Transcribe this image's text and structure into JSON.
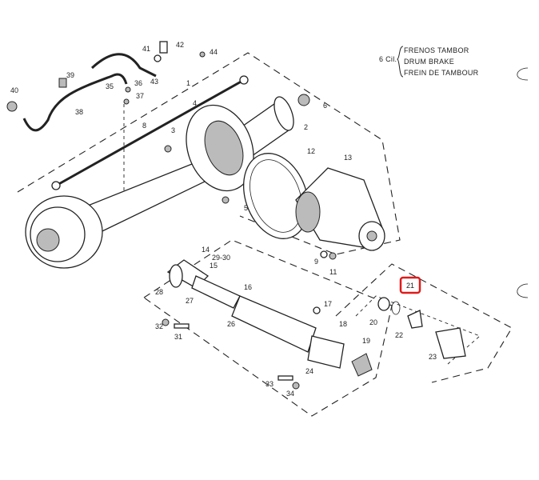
{
  "caption": {
    "engine": "6 Cil.",
    "lines": [
      "FRENOS  TAMBOR",
      "DRUM  BRAKE",
      "FREIN  DE  TAMBOUR"
    ]
  },
  "labels": [
    "1",
    "2",
    "3",
    "4",
    "5",
    "6",
    "8",
    "9",
    "11",
    "12",
    "13",
    "14",
    "15",
    "16",
    "17",
    "18",
    "19",
    "20",
    "21",
    "22",
    "23",
    "24",
    "26",
    "27",
    "28",
    "29-30",
    "31",
    "32",
    "33",
    "34",
    "35",
    "36",
    "37",
    "38",
    "39",
    "40",
    "41",
    "42",
    "43",
    "44"
  ],
  "highlight": {
    "label": "21",
    "color": "#e01b1b"
  }
}
